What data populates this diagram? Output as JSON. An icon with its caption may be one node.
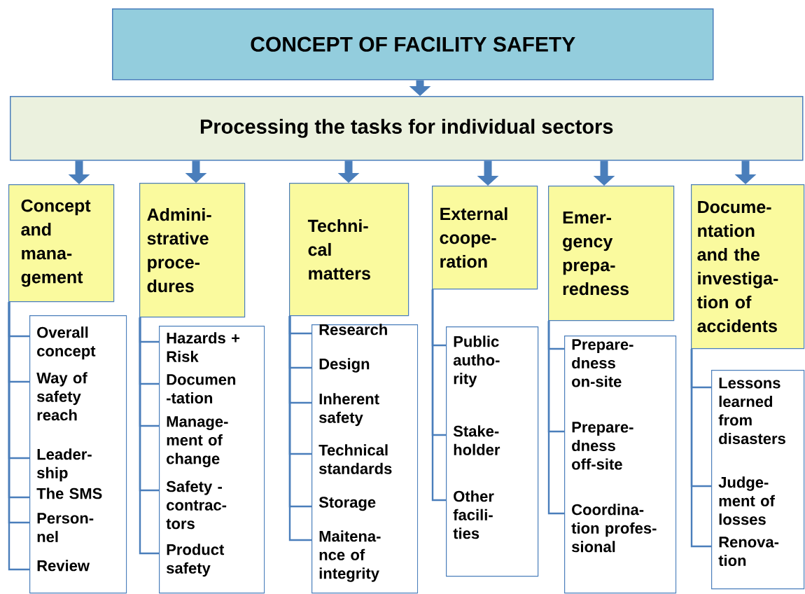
{
  "diagram": {
    "nodes": [
      {
        "text": [
          "CONCEPT OF FACILITY SAFETY"
        ]
      },
      {
        "text": [
          "Processing the tasks for individual sectors"
        ]
      },
      {
        "text": [
          "Concept and mana- gement"
        ]
      },
      {
        "text": [],
        "shape": "box"
      },
      {
        "text": [
          "Overall concept"
        ],
        "in": 3
      },
      {
        "text": [
          "Way of safety reach"
        ],
        "in": 3
      },
      {
        "text": [
          "Leader- ship"
        ],
        "in": 3
      },
      {
        "text": [
          "The SMS"
        ],
        "in": 3
      },
      {
        "text": [
          "Person- nel"
        ],
        "in": 3
      },
      {
        "text": [
          "Review"
        ],
        "in": 3
      },
      {
        "text": [
          "Admini- strative proce- dures"
        ]
      },
      {
        "text": [],
        "shape": "box"
      },
      {
        "text": [
          "Hazards + Risk"
        ],
        "in": 11
      },
      {
        "text": [
          "Documen -tation"
        ],
        "in": 11
      },
      {
        "text": [
          "Manage- ment of change"
        ],
        "in": 11
      },
      {
        "text": [
          "Safety - contrac- tors"
        ],
        "in": 11
      },
      {
        "text": [
          "Product safety"
        ],
        "in": 11
      },
      {
        "text": [
          "Techni- cal matters"
        ]
      },
      {
        "text": [],
        "shape": "box"
      },
      {
        "text": [
          "Research"
        ],
        "in": 18
      },
      {
        "text": [
          "Design"
        ],
        "in": 18
      },
      {
        "text": [
          "Inherent safety"
        ],
        "in": 18
      },
      {
        "text": [
          "Technical standards"
        ],
        "in": 18
      },
      {
        "text": [
          "Storage"
        ],
        "in": 18
      },
      {
        "text": [
          "Maitena- nce of integrity"
        ],
        "in": 18
      },
      {
        "text": [
          "External coope- ration"
        ]
      },
      {
        "text": [],
        "shape": "box"
      },
      {
        "text": [
          "Public autho- rity"
        ],
        "in": 26
      },
      {
        "text": [
          "Stake- holder"
        ],
        "in": 26
      },
      {
        "text": [
          "Other facili- ties"
        ],
        "in": 26
      },
      {
        "text": [
          "Emer- gency prepa- redness"
        ]
      },
      {
        "text": [],
        "shape": "box"
      },
      {
        "text": [
          "Prepare- dness on-site"
        ],
        "in": 31
      },
      {
        "text": [
          "Prepare- dness off-site"
        ],
        "in": 31
      },
      {
        "text": [
          "Coordina- tion profes- sional"
        ],
        "in": 31
      },
      {
        "text": [
          "Docume- ntation and the investiga- tion of accidents"
        ]
      },
      {
        "text": [],
        "shape": "box"
      },
      {
        "text": [
          "Lessons learned from disasters"
        ],
        "in": 36
      },
      {
        "text": [
          "Judge- ment of losses"
        ],
        "in": 36
      },
      {
        "text": [
          "Renova- tion"
        ],
        "in": 36
      }
    ],
    "edges": [
      {
        "from": 0,
        "to": 1,
        "arrow": "to",
        "style": "thick"
      },
      {
        "from": 1,
        "to": 2,
        "arrow": "to",
        "style": "thick"
      },
      {
        "from": 1,
        "to": 10,
        "arrow": "to",
        "style": "thick"
      },
      {
        "from": 1,
        "to": 17,
        "arrow": "to",
        "style": "thick"
      },
      {
        "from": 1,
        "to": 25,
        "arrow": "to",
        "style": "thick"
      },
      {
        "from": 1,
        "to": 30,
        "arrow": "to",
        "style": "thick"
      },
      {
        "from": 1,
        "to": 35,
        "arrow": "to",
        "style": "thick"
      },
      {
        "from": 2,
        "to": 4,
        "arrow": "none"
      },
      {
        "from": 2,
        "to": 5,
        "arrow": "none"
      },
      {
        "from": 2,
        "to": 6,
        "arrow": "none"
      },
      {
        "from": 2,
        "to": 7,
        "arrow": "none"
      },
      {
        "from": 2,
        "to": 8,
        "arrow": "none"
      },
      {
        "from": 2,
        "to": 9,
        "arrow": "none"
      },
      {
        "from": 10,
        "to": 12,
        "arrow": "none"
      },
      {
        "from": 10,
        "to": 13,
        "arrow": "none"
      },
      {
        "from": 10,
        "to": 14,
        "arrow": "none"
      },
      {
        "from": 10,
        "to": 15,
        "arrow": "none"
      },
      {
        "from": 10,
        "to": 16,
        "arrow": "none"
      },
      {
        "from": 17,
        "to": 19,
        "arrow": "none"
      },
      {
        "from": 17,
        "to": 20,
        "arrow": "none"
      },
      {
        "from": 17,
        "to": 21,
        "arrow": "none"
      },
      {
        "from": 17,
        "to": 22,
        "arrow": "none"
      },
      {
        "from": 17,
        "to": 23,
        "arrow": "none"
      },
      {
        "from": 17,
        "to": 24,
        "arrow": "none"
      },
      {
        "from": 25,
        "to": 27,
        "arrow": "none"
      },
      {
        "from": 25,
        "to": 28,
        "arrow": "none"
      },
      {
        "from": 25,
        "to": 29,
        "arrow": "none"
      },
      {
        "from": 30,
        "to": 32,
        "arrow": "none"
      },
      {
        "from": 30,
        "to": 33,
        "arrow": "none"
      },
      {
        "from": 30,
        "to": 34,
        "arrow": "none"
      },
      {
        "from": 35,
        "to": 37,
        "arrow": "none"
      },
      {
        "from": 35,
        "to": 38,
        "arrow": "none"
      },
      {
        "from": 35,
        "to": 39,
        "arrow": "none"
      }
    ]
  }
}
